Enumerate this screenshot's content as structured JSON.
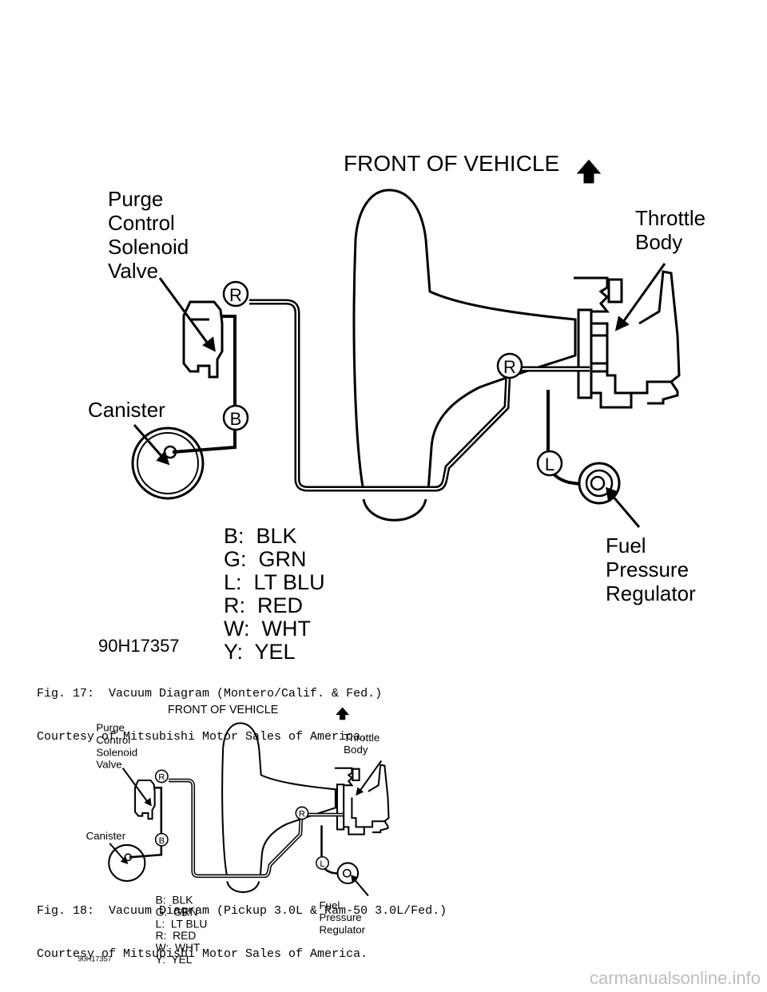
{
  "fig17": {
    "front_of_vehicle": "FRONT OF VEHICLE",
    "purge_control_lines": [
      "Purge",
      "Control",
      "Solenoid",
      "Valve"
    ],
    "throttle_body_lines": [
      "Throttle",
      "Body"
    ],
    "canister": "Canister",
    "fuel_pressure_regulator_lines": [
      "Fuel",
      "Pressure",
      "Regulator"
    ],
    "hose_r1": "R",
    "hose_b": "B",
    "hose_r2": "R",
    "hose_l": "L",
    "legend": [
      "B:  BLK",
      "G:  GRN",
      "L:  LT BLU",
      "R:  RED",
      "W:  WHT",
      "Y:  YEL"
    ],
    "part_code": "90H17357",
    "caption_line1": "Fig. 17:  Vacuum Diagram (Montero/Calif. & Fed.)",
    "caption_line2": "Courtesy of Mitsubishi Motor Sales of America."
  },
  "fig18": {
    "front_of_vehicle": "FRONT OF VEHICLE",
    "purge_control_lines": [
      "Purge",
      "Control",
      "Solenoid",
      "Valve"
    ],
    "throttle_body_lines": [
      "Throttle",
      "Body"
    ],
    "canister": "Canister",
    "fuel_pressure_regulator_lines": [
      "Fuel",
      "Pressure",
      "Regulator"
    ],
    "hose_r1": "R",
    "hose_b": "B",
    "hose_r2": "R",
    "hose_l": "L",
    "legend": [
      "B:  BLK",
      "G:  GRN",
      "L:  LT BLU",
      "R:  RED",
      "W:  WHT",
      "Y:  YEL"
    ],
    "part_code": "90H17357",
    "caption_line1": "Fig. 18:  Vacuum Diagram (Pickup 3.0L & Ram-50 3.0L/Fed.)",
    "caption_line2": "Courtesy of Mitsubishi Motor Sales of America."
  },
  "watermark": "carmanualsonline.info"
}
